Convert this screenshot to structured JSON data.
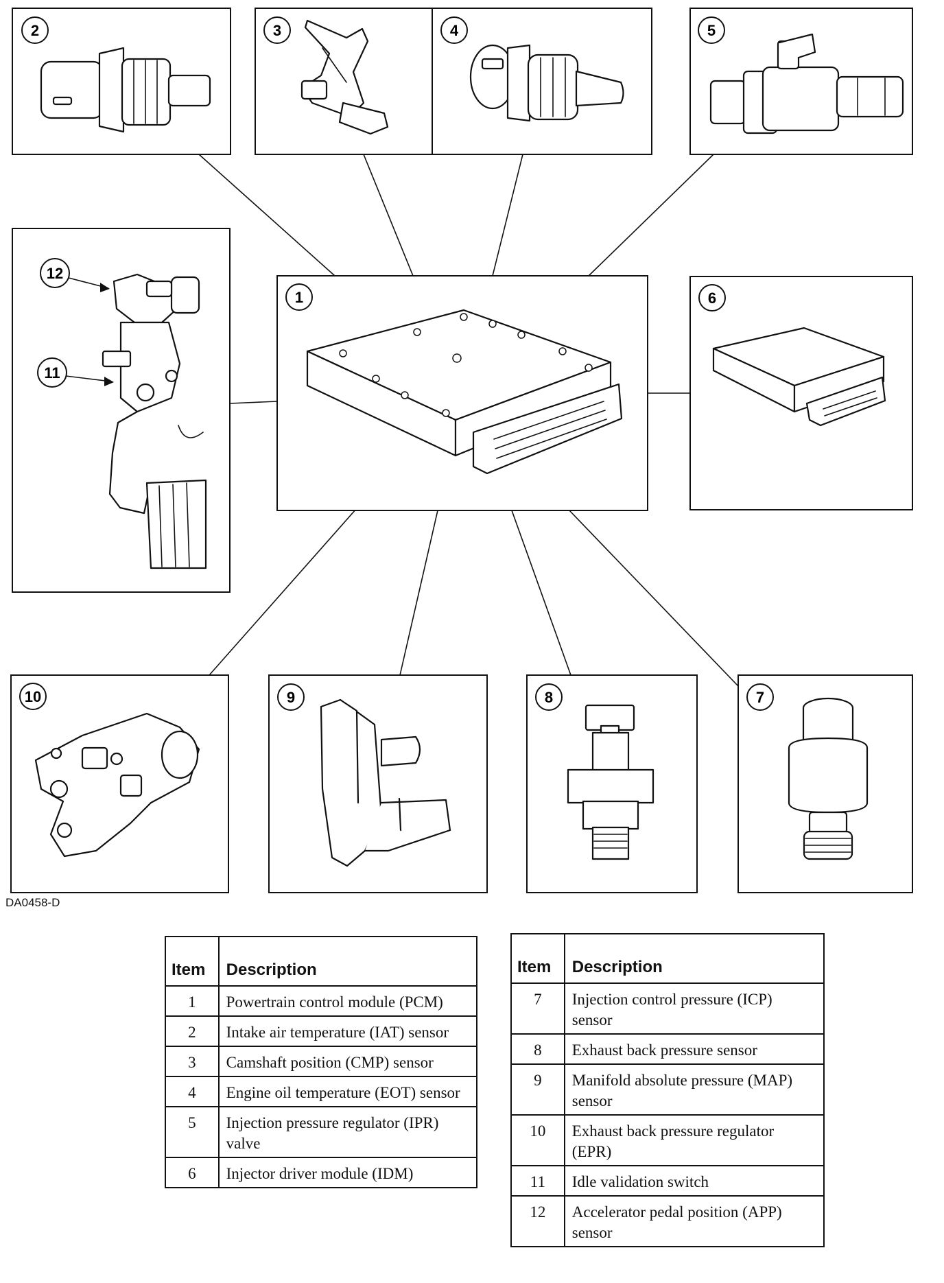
{
  "figure": {
    "id": "DA0458-D",
    "callouts": [
      "1",
      "2",
      "3",
      "4",
      "5",
      "6",
      "7",
      "8",
      "9",
      "10",
      "11",
      "12"
    ]
  },
  "legend_left": {
    "header_item": "Item",
    "header_desc": "Description",
    "rows": [
      {
        "item": "1",
        "desc": "Powertrain control module (PCM)"
      },
      {
        "item": "2",
        "desc": "Intake air temperature (IAT) sensor"
      },
      {
        "item": "3",
        "desc": "Camshaft position (CMP) sensor"
      },
      {
        "item": "4",
        "desc": "Engine oil temperature (EOT) sensor"
      },
      {
        "item": "5",
        "desc": "Injection pressure regulator (IPR) valve"
      },
      {
        "item": "6",
        "desc": "Injector driver module (IDM)"
      }
    ]
  },
  "legend_right": {
    "header_item": "Item",
    "header_desc": "Description",
    "rows": [
      {
        "item": "7",
        "desc": "Injection control pressure (ICP) sensor"
      },
      {
        "item": "8",
        "desc": "Exhaust back pressure sensor"
      },
      {
        "item": "9",
        "desc": "Manifold absolute pressure (MAP) sensor"
      },
      {
        "item": "10",
        "desc": "Exhaust back pressure regulator (EPR)"
      },
      {
        "item": "11",
        "desc": "Idle validation switch"
      },
      {
        "item": "12",
        "desc": "Accelerator pedal position (APP) sensor"
      }
    ]
  }
}
